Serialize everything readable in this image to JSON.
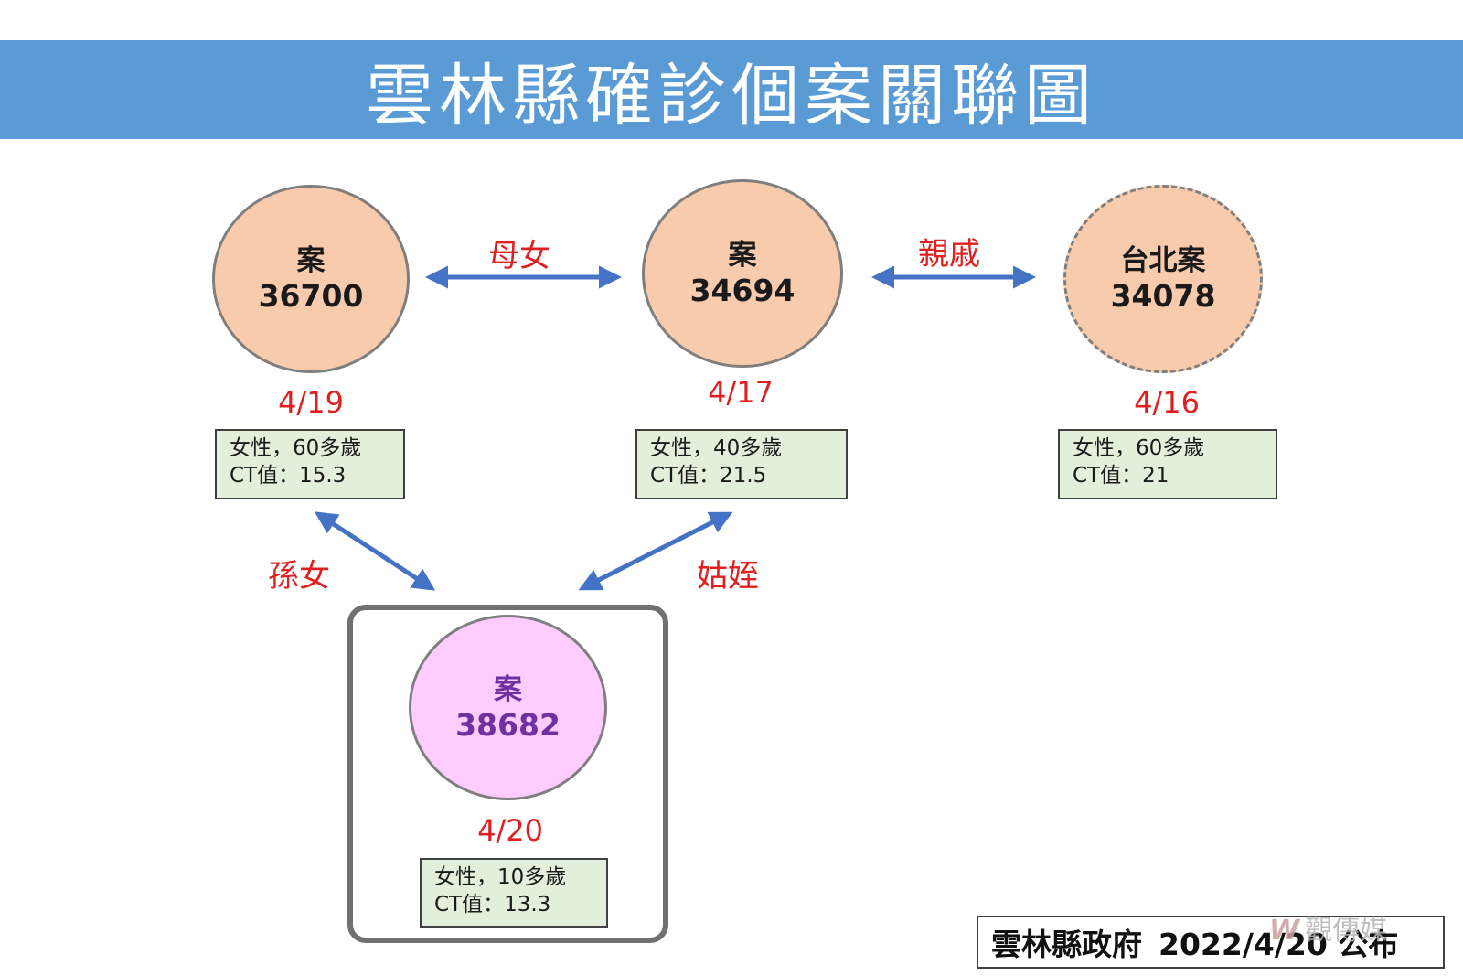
{
  "title": "雲林縣確診個案關聯圖",
  "nodes": {
    "case_36700": {
      "label": "案",
      "id": "36700",
      "date": "4/19",
      "gender_age": "女性，60多歲",
      "ct": "CT值：15.3"
    },
    "case_34694": {
      "label": "案",
      "id": "34694",
      "date": "4/17",
      "gender_age": "女性，40多歲",
      "ct": "CT值：21.5"
    },
    "case_34078": {
      "label": "台北案",
      "id": "34078",
      "date": "4/16",
      "gender_age": "女性，60多歲",
      "ct": "CT值：21"
    },
    "case_38682": {
      "label": "案",
      "id": "38682",
      "date": "4/20",
      "gender_age": "女性，10多歲",
      "ct": "CT值：13.3"
    }
  },
  "relations": {
    "mother_daughter": "母女",
    "relatives": "親戚",
    "granddaughter": "孫女",
    "aunt_niece": "姑姪"
  },
  "colors": {
    "banner": "#5b9bd5",
    "node_fill": "#f8cbad",
    "focus_fill": "#ffccff",
    "relation_text": "#e02020",
    "arrow": "#4472c4",
    "info_fill": "#e2efda"
  },
  "footer": {
    "publisher": "雲林縣政府",
    "date": "2022/4/20 公布"
  },
  "watermark": {
    "logo": "W",
    "text": "觀傳媒"
  }
}
